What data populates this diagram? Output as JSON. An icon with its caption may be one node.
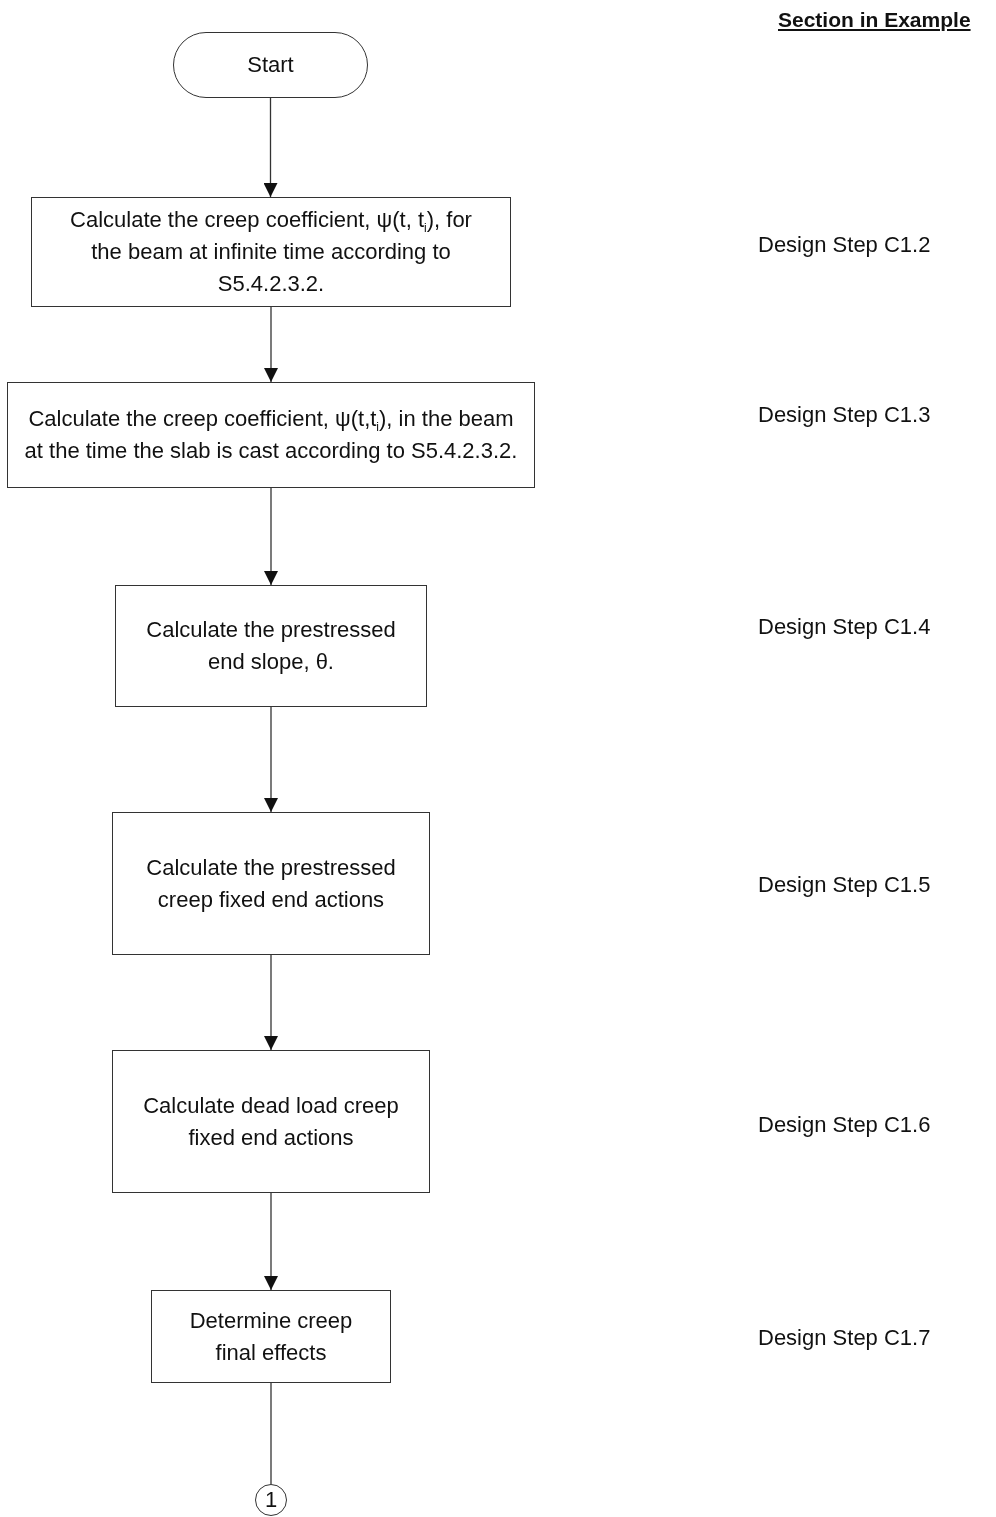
{
  "diagram": {
    "nodes": [
      {
        "text": [
          "Start"
        ]
      },
      {
        "text": [
          "Calculate the creep coefficient, ψ(t, t$_{i}$), for the beam at infinite time according to S5.4.2.3.2."
        ]
      },
      {
        "text": [
          "Calculate the creep coefficient, ψ(t,t$_{i}$), in the beam at the time the slab is cast according to S5.4.2.3.2."
        ]
      },
      {
        "text": [
          "Calculate the prestressed end slope, θ."
        ]
      },
      {
        "text": [
          "Calculate the prestressed creep fixed end actions"
        ]
      },
      {
        "text": [
          "Calculate dead load creep fixed end actions"
        ]
      },
      {
        "text": [
          "Determine creep final effects"
        ]
      },
      {
        "text": [
          "1"
        ]
      }
    ],
    "edges": [
      {
        "from": 0,
        "to": 1,
        "arrow": "to"
      },
      {
        "from": 1,
        "to": 2,
        "arrow": "to"
      },
      {
        "from": 2,
        "to": 3,
        "arrow": "to"
      },
      {
        "from": 3,
        "to": 4,
        "arrow": "to"
      },
      {
        "from": 4,
        "to": 5,
        "arrow": "to"
      },
      {
        "from": 5,
        "to": 6,
        "arrow": "to"
      },
      {
        "from": 6,
        "to": 7,
        "arrow": "none"
      }
    ],
    "labels": [
      "Section in Example",
      "Design Step C1.2",
      "Design Step C1.3",
      "Design Step C1.4",
      "Design Step C1.5",
      "Design Step C1.6",
      "Design Step C1.7"
    ]
  }
}
